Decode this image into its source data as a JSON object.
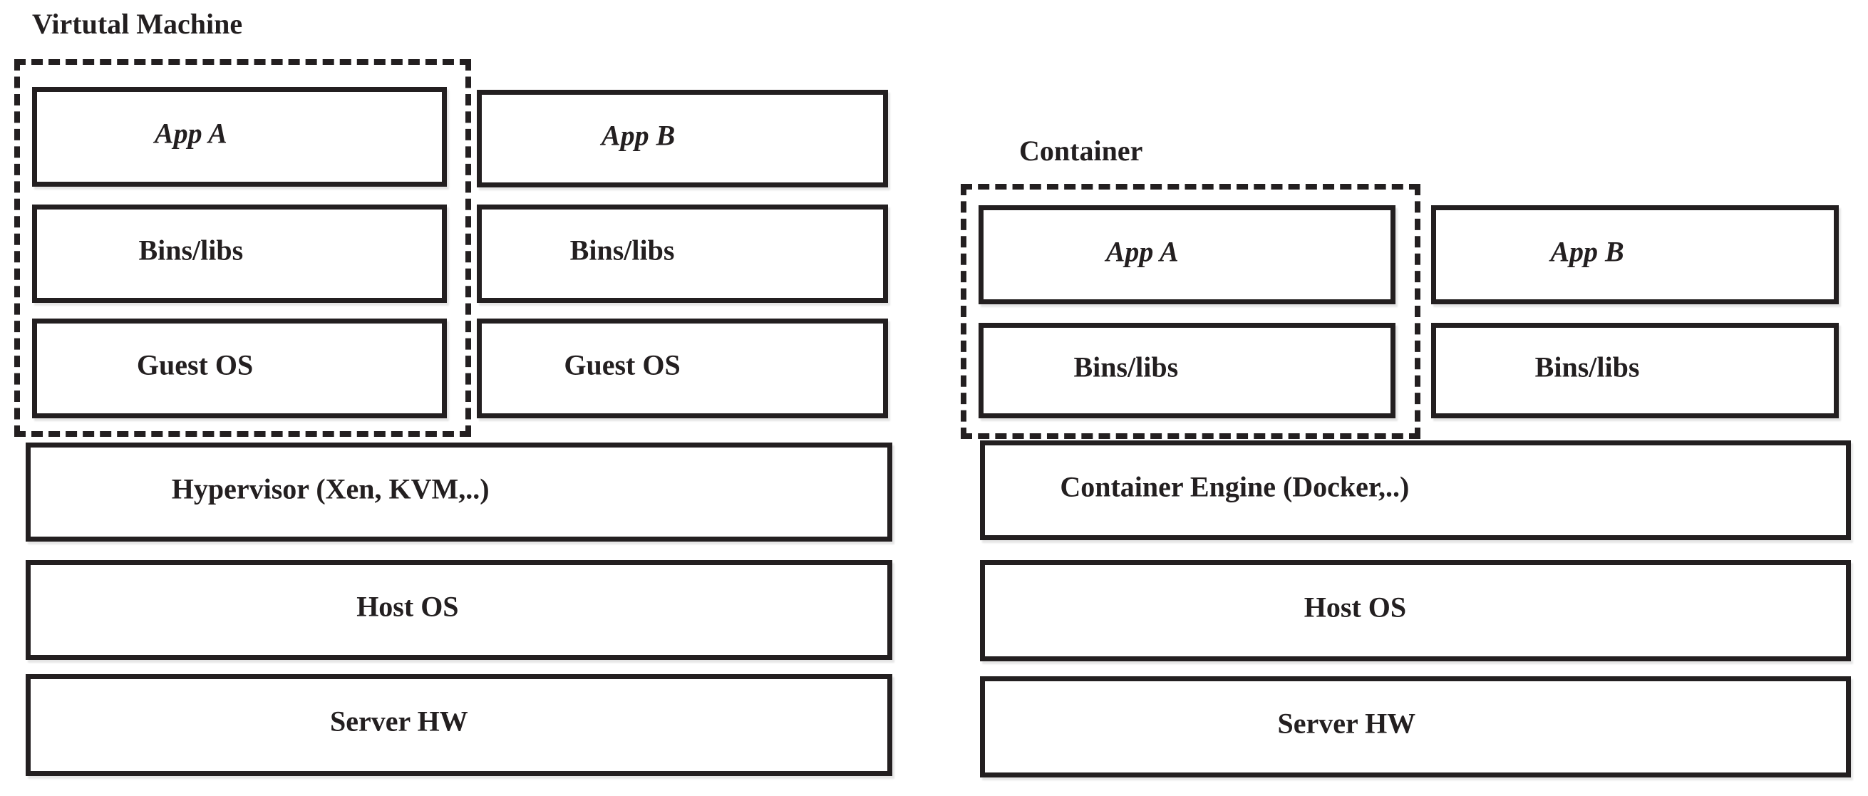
{
  "colors": {
    "ink": "#231f20",
    "background": "#ffffff"
  },
  "panels": {
    "vm": {
      "title": "Virtutal Machine",
      "stack_a": {
        "app": "App A",
        "bins": "Bins/libs",
        "os": "Guest OS"
      },
      "stack_b": {
        "app": "App B",
        "bins": "Bins/libs",
        "os": "Guest OS"
      },
      "layers": {
        "engine": "Hypervisor (Xen, KVM,..)",
        "host": "Host OS",
        "hw": "Server HW"
      }
    },
    "container": {
      "title": "Container",
      "stack_a": {
        "app": "App A",
        "bins": "Bins/libs"
      },
      "stack_b": {
        "app": "App B",
        "bins": "Bins/libs"
      },
      "layers": {
        "engine": "Container Engine (Docker,..)",
        "host": "Host OS",
        "hw": "Server HW"
      }
    }
  }
}
